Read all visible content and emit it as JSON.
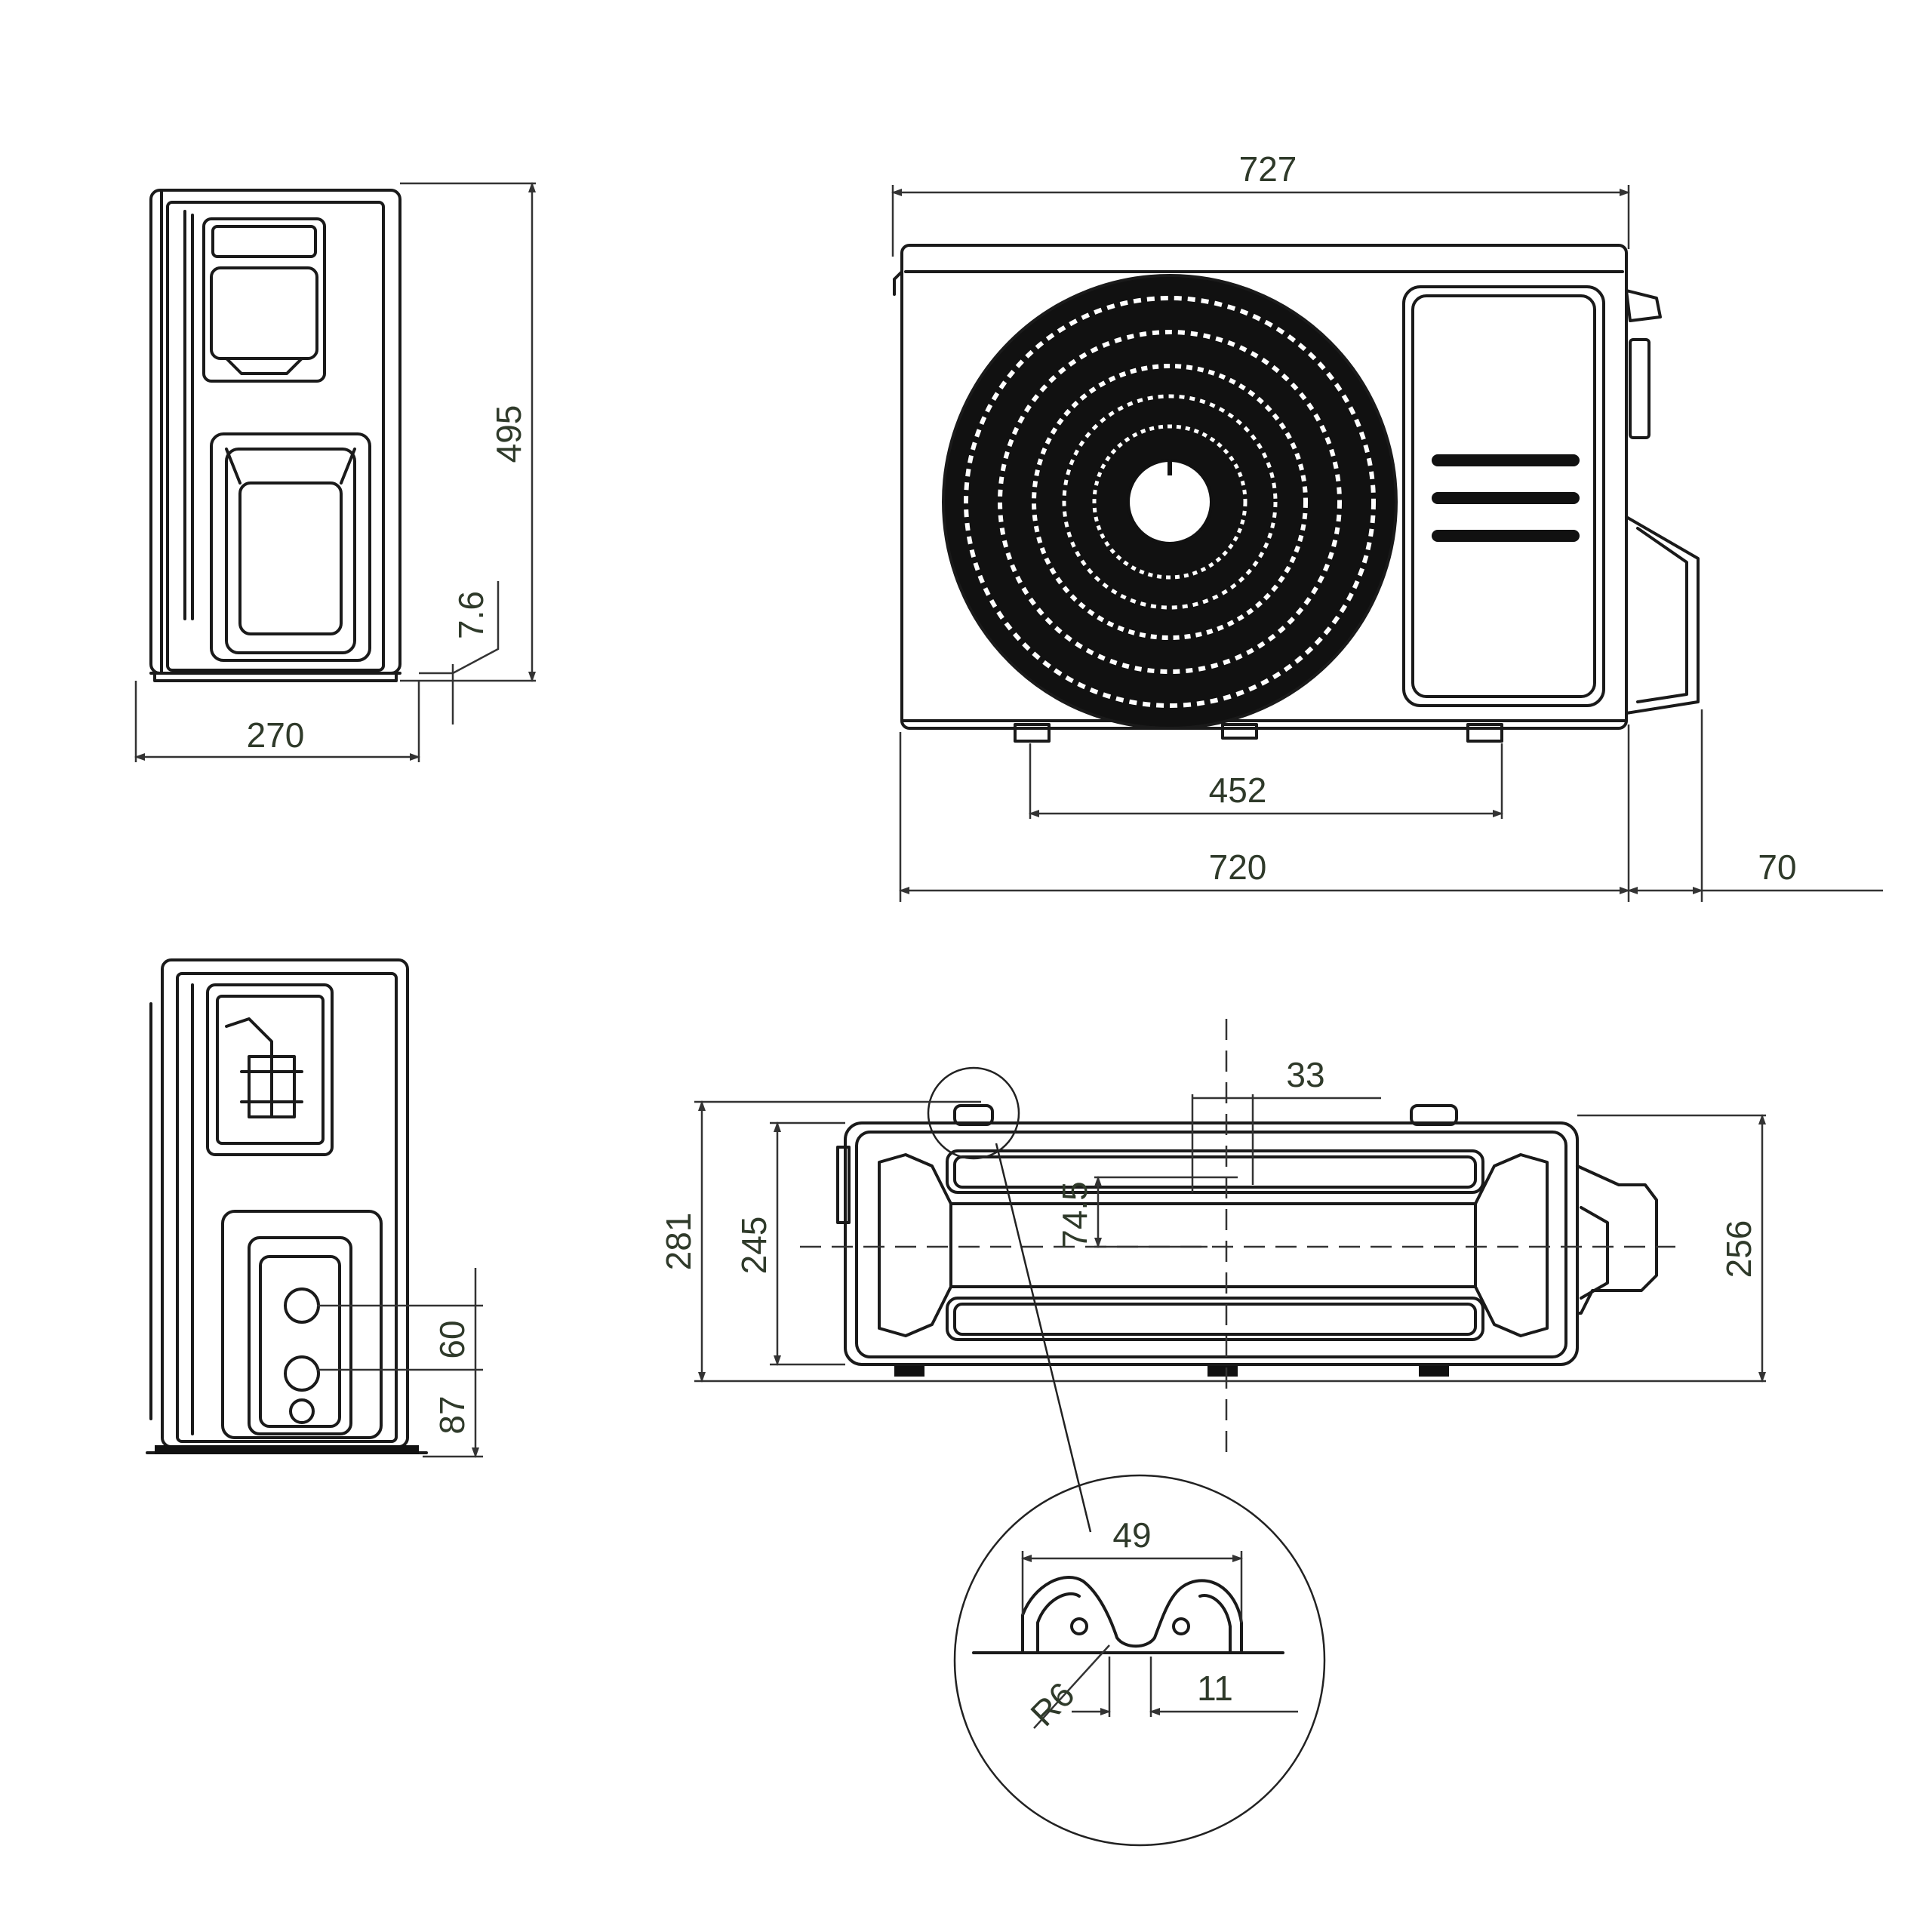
{
  "dimensions": {
    "width_top": "727",
    "width_bottom": "720",
    "foot_spacing": "452",
    "side_overhang": "70",
    "depth_side": "270",
    "height": "495",
    "foot_height": "7.6",
    "valve_spacing": "60",
    "valve_height": "87",
    "depth_total": "281",
    "depth_mid": "245",
    "depth_right": "256",
    "hole_offset": "33",
    "hole_center": "74.5",
    "bracket_width": "49",
    "bracket_radius": "R6",
    "bracket_slot": "11"
  },
  "colors": {
    "line": "#1a1a1a",
    "dimension_text": "#2f3a2a",
    "background": "#ffffff"
  }
}
